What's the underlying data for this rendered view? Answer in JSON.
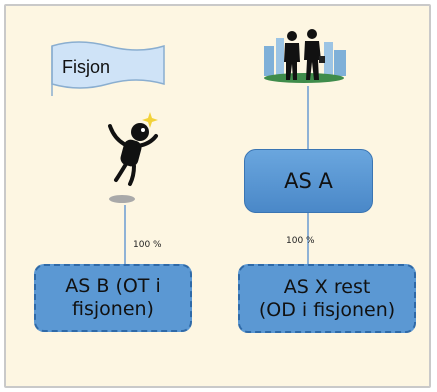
{
  "flag": {
    "label": "Fisjon"
  },
  "top_company": {
    "label": "AS A"
  },
  "left_company": {
    "label": "AS B (OT i\nfisjonen)",
    "ownership": "100 %"
  },
  "right_company": {
    "label": "AS X rest\n(OD i fisjonen)",
    "ownership": "100 %"
  },
  "icons": [
    "jumping-figure-icon",
    "business-people-icon"
  ],
  "colors": {
    "background": "#fdf6e2",
    "box_fill": "#5b98d3",
    "box_border": "#2f6aa8",
    "connector": "#8fb2d6",
    "flag_fill": "#cfe3f7"
  }
}
